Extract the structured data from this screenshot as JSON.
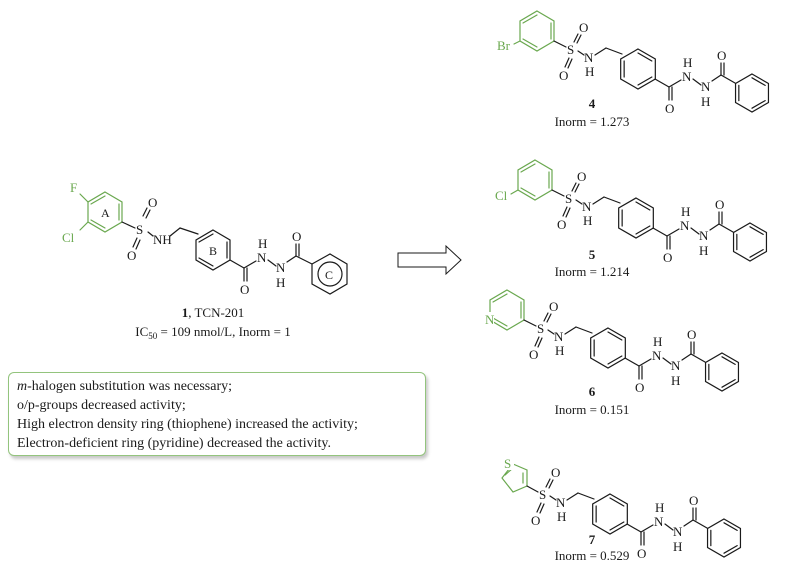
{
  "lead": {
    "number": "1",
    "name": ", TCN-201",
    "activity_ic": "IC",
    "activity_sub": "50",
    "activity_rest": " = 109 nmol/L, Inorm = 1",
    "ring_labels": [
      "A",
      "B",
      "C"
    ]
  },
  "atoms": {
    "F": "F",
    "Cl": "Cl",
    "Br": "Br",
    "N": "N",
    "S": "S",
    "O": "O",
    "H": "H",
    "NH": "NH",
    "N_ring": "N"
  },
  "sar": {
    "lines": [
      {
        "em": "m",
        "text": "-halogen substitution was necessary;"
      },
      {
        "em": "",
        "text": "o/p-groups decreased activity;"
      },
      {
        "em": "",
        "text": "High electron density ring (thiophene) increased the activity;"
      },
      {
        "em": "",
        "text": "Electron-deficient ring (pyridine) decreased the activity."
      }
    ]
  },
  "compounds": [
    {
      "number": "4",
      "inorm": "Inorm = 1.273",
      "substituent": "Br"
    },
    {
      "number": "5",
      "inorm": "Inorm = 1.214",
      "substituent": "Cl"
    },
    {
      "number": "6",
      "inorm": "Inorm = 0.151",
      "substituent": "N"
    },
    {
      "number": "7",
      "inorm": "Inorm = 0.529",
      "substituent": "S"
    }
  ],
  "colors": {
    "highlight": "#6aa84f",
    "ink": "#1a1a1a",
    "box_border": "#93c47d"
  }
}
